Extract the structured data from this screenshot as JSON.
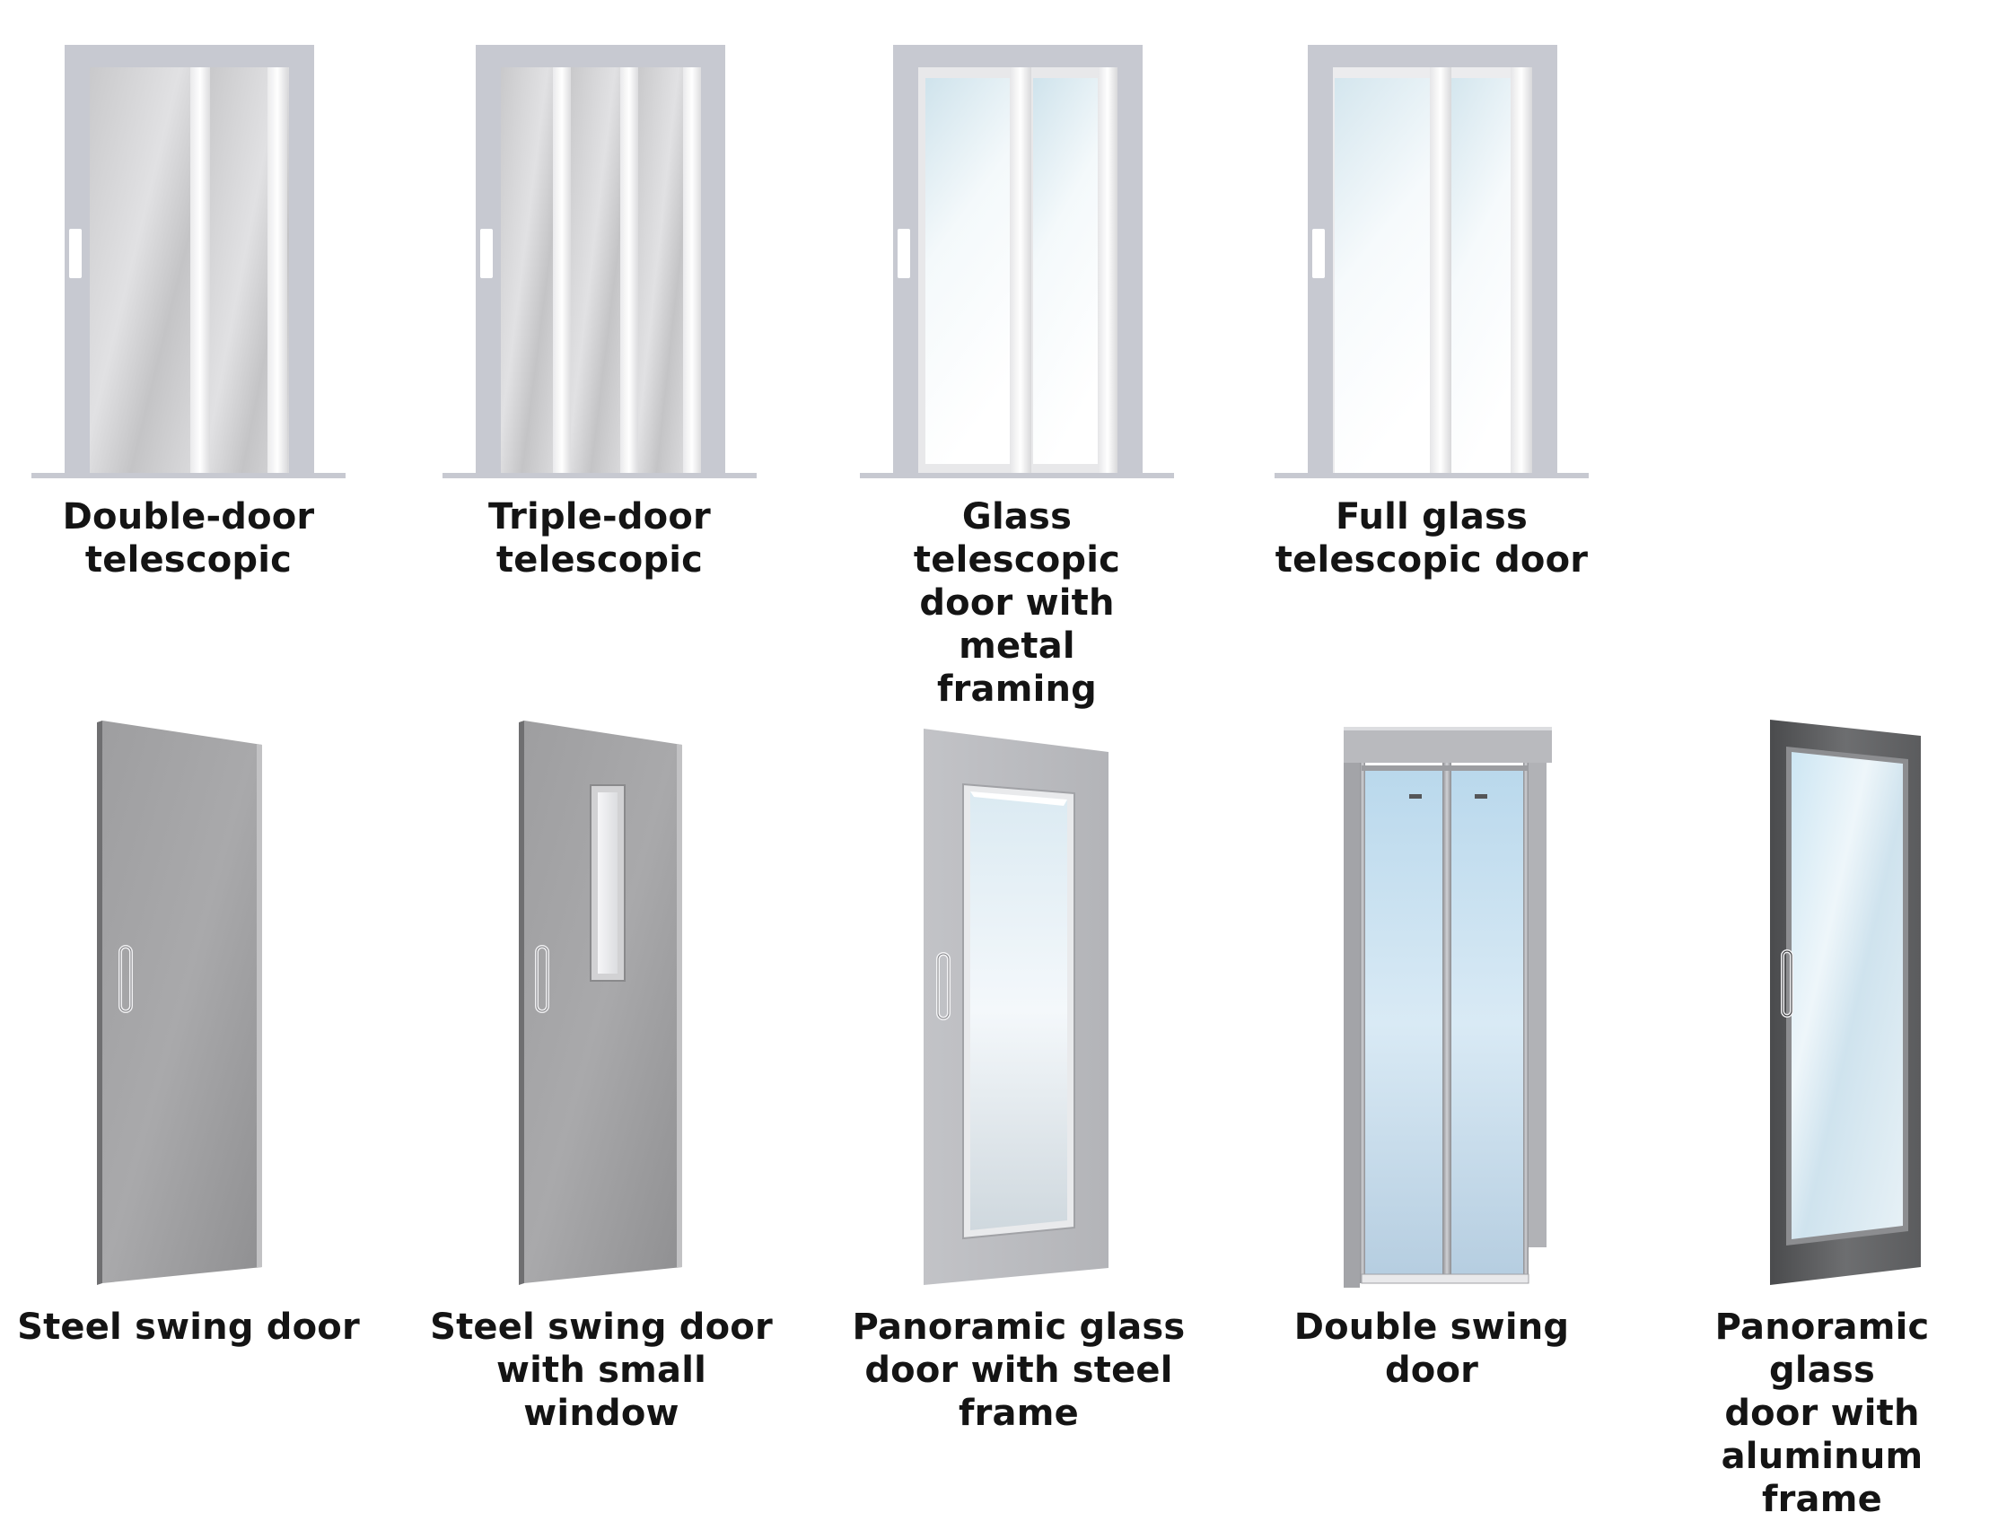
{
  "doors": [
    {
      "id": "double-door-telescopic",
      "label": "Double-door\ntelescopic",
      "icon": "double-door-telescopic-icon"
    },
    {
      "id": "triple-door-telescopic",
      "label": "Triple-door\ntelescopic",
      "icon": "triple-door-telescopic-icon"
    },
    {
      "id": "glass-telescopic-metal-framing",
      "label": "Glass telescopic\ndoor with metal\nframing",
      "icon": "glass-telescopic-door-icon"
    },
    {
      "id": "full-glass-telescopic",
      "label": "Full glass\ntelescopic door",
      "icon": "full-glass-telescopic-door-icon"
    },
    {
      "id": "steel-swing-door",
      "label": "Steel swing door",
      "icon": "steel-swing-door-icon"
    },
    {
      "id": "steel-swing-door-small-window",
      "label": "Steel swing door\nwith small\nwindow",
      "icon": "steel-swing-door-window-icon"
    },
    {
      "id": "panoramic-glass-steel-frame",
      "label": "Panoramic glass\ndoor with steel\nframe",
      "icon": "panoramic-glass-steel-door-icon"
    },
    {
      "id": "double-swing-door",
      "label": "Double swing\ndoor",
      "icon": "double-swing-door-icon"
    },
    {
      "id": "panoramic-glass-aluminum-frame",
      "label": "Panoramic glass\ndoor with\naluminum frame",
      "icon": "panoramic-glass-aluminum-door-icon"
    }
  ],
  "colors": {
    "frame": "#c7c9d1",
    "caption_text": "#141414",
    "steel": "#9c9c9e",
    "glass": "#d6e9f3",
    "dark_frame": "#6d6e70"
  }
}
